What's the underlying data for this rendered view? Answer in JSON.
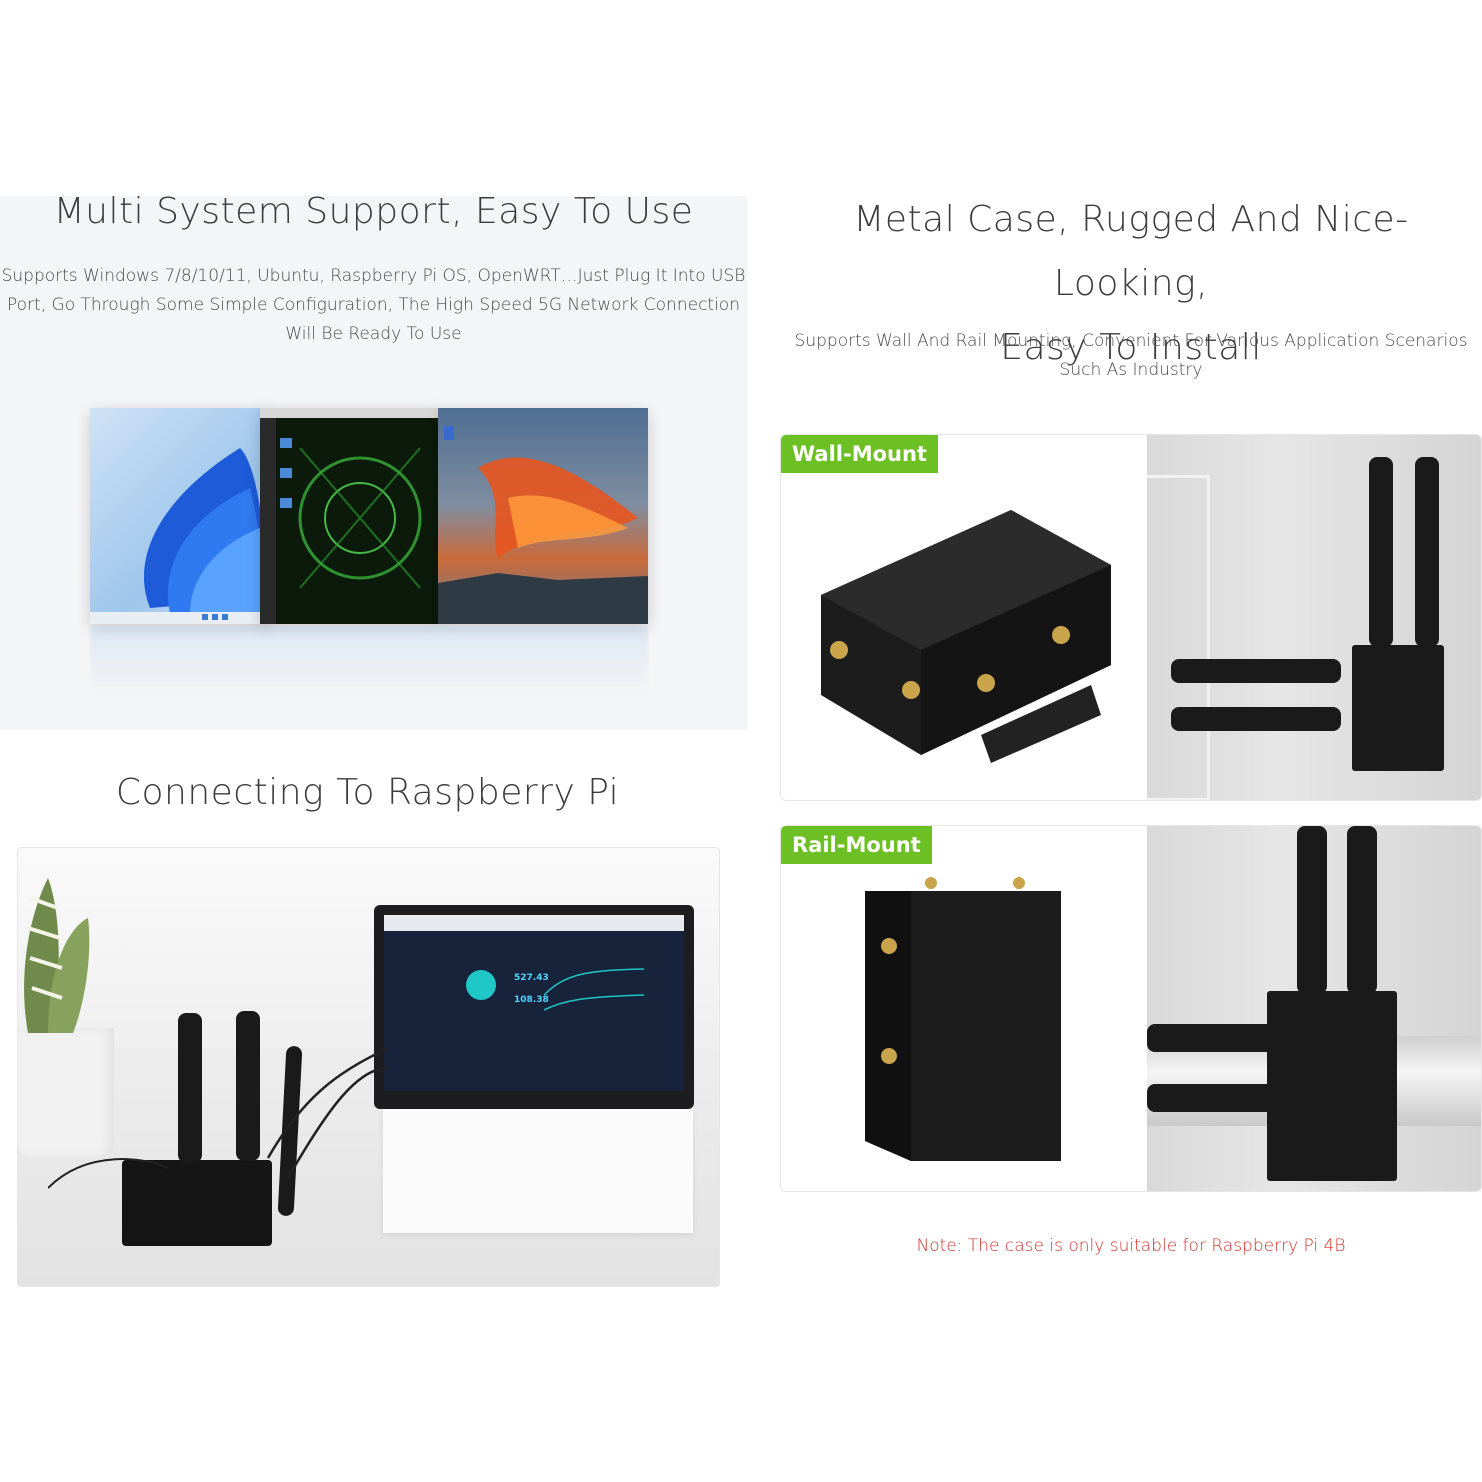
{
  "multi_system": {
    "title": "Multi System Support, Easy To Use",
    "description_lines": [
      "Supports Windows 7/8/10/11, Ubuntu, Raspberry Pi OS, OpenWRT…Just Plug It Into USB",
      "Port, Go Through Some Simple Configuration, The High Speed 5G Network Connection",
      "Will Be Ready To Use"
    ]
  },
  "connecting": {
    "title": "Connecting To Raspberry Pi",
    "screen": {
      "speed_a": "527.43",
      "speed_b": "108.38"
    }
  },
  "metal_case": {
    "title_line1": "Metal Case, Rugged And Nice-Looking,",
    "title_line2": "Easy To Install",
    "description_lines": [
      "Supports Wall And Rail Mounting, Convenient For Various Application Scenarios",
      "Such As Industry"
    ]
  },
  "wall_mount": {
    "label": "Wall-Mount"
  },
  "rail_mount": {
    "label": "Rail-Mount"
  },
  "note": "Note: The case is only suitable for Raspberry Pi 4B",
  "colors": {
    "tag_green": "#6cc024",
    "note_red": "#d0342c",
    "panel_bg": "#f4f5f7"
  }
}
